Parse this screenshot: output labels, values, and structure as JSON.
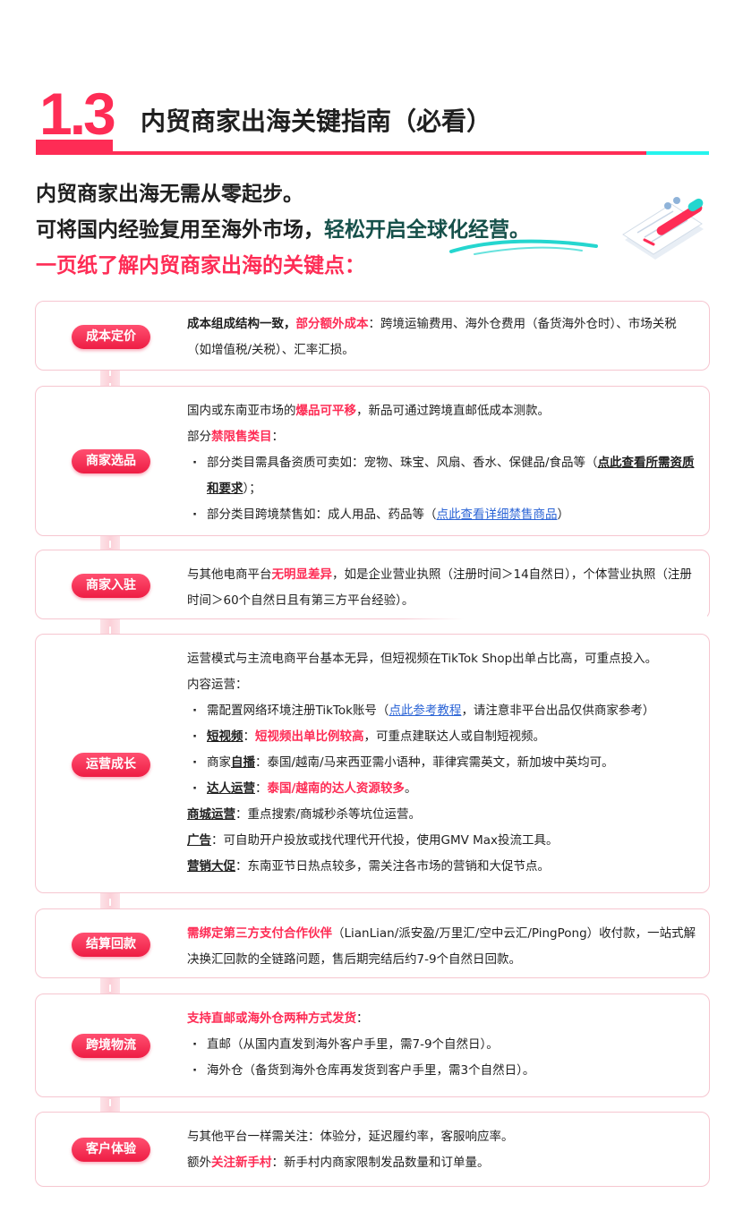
{
  "header": {
    "section_number": "1.3",
    "title": "内贸商家出海关键指南（必看）"
  },
  "intro": {
    "line1": "内贸商家出海无需从零起步。",
    "line2_a": "可将国内经验复用至海外市场，",
    "line2_b": "轻松开启全球化经营。",
    "line3": "一页纸了解内贸商家出海的关键点："
  },
  "colors": {
    "accent": "#fe2c55",
    "teal": "#16504a",
    "cyan": "#25f4ee",
    "link": "#2c65d6"
  },
  "sections": {
    "cost": {
      "label": "成本定价",
      "t1": "成本组成结构一致，",
      "t2": "部分额外成本",
      "t3": "：跨境运输费用、海外仓费用（备货海外仓时）、市场关税（如增值税/关税）、汇率汇损。"
    },
    "selection": {
      "label": "商家选品",
      "p1a": "国内或东南亚市场的",
      "p1b": "爆品可平移",
      "p1c": "，新品可通过跨境直邮低成本测款。",
      "p2a": "部分",
      "p2b": "禁限售类目",
      "p2c": "：",
      "b1a": "部分类目需具备资质可卖如：宠物、珠宝、风扇、香水、保健品/食品等（",
      "b1b": "点此查看所需资质和要求",
      "b1c": "）；",
      "b2a": "部分类目跨境禁售如：成人用品、药品等（",
      "b2b": "点此查看详细禁售商品",
      "b2c": "）"
    },
    "onboarding": {
      "label": "商家入驻",
      "t1": "与其他电商平台",
      "t2": "无明显差异",
      "t3": "，如是企业营业执照（注册时间＞14自然日），个体营业执照（注册时间＞60个自然日且有第三方平台经验）。"
    },
    "operations": {
      "label": "运营成长",
      "p1": "运营模式与主流电商平台基本无异，但短视频在TikTok Shop出单占比高，可重点投入。",
      "p2": "内容运营：",
      "b1a": "需配置网络环境注册TikTok账号（",
      "b1b": "点此参考教程",
      "b1c": "，请注意非平台出品仅供商家参考）",
      "b2a": "短视频",
      "b2b": "：",
      "b2c": "短视频出单比例较高",
      "b2d": "，可重点建联达人或自制短视频。",
      "b3a": "商家",
      "b3b": "自播",
      "b3c": "：泰国/越南/马来西亚需小语种，菲律宾需英文，新加坡中英均可。",
      "b4a": "达人运营",
      "b4b": "：",
      "b4c": "泰国/越南的达人资源较多",
      "b4d": "。",
      "p3a": "商城运营",
      "p3b": "：重点搜索/商城秒杀等坑位运营。",
      "p4a": "广告",
      "p4b": "：可自助开户投放或找代理代开代投，使用GMV Max投流工具。",
      "p5a": "营销大促",
      "p5b": "：东南亚节日热点较多，需关注各市场的营销和大促节点。"
    },
    "settlement": {
      "label": "结算回款",
      "t1": "需绑定第三方支付合作伙伴",
      "t2": "（LianLian/派安盈/万里汇/空中云汇/PingPong）收付款，一站式解决换汇回款的全链路问题，售后期完结后约7-9个自然日回款。"
    },
    "logistics": {
      "label": "跨境物流",
      "p1a": "支持直邮或海外仓两种方式发货",
      "p1b": "：",
      "b1": "直邮（从国内直发到海外客户手里，需7-9个自然日）。",
      "b2": "海外仓（备货到海外仓库再发货到客户手里，需3个自然日）。"
    },
    "experience": {
      "label": "客户体验",
      "p1": "与其他平台一样需关注：体验分，延迟履约率，客服响应率。",
      "p2a": "额外",
      "p2b": "关注新手村",
      "p2c": "：新手村内商家限制发品数量和订单量。"
    }
  }
}
